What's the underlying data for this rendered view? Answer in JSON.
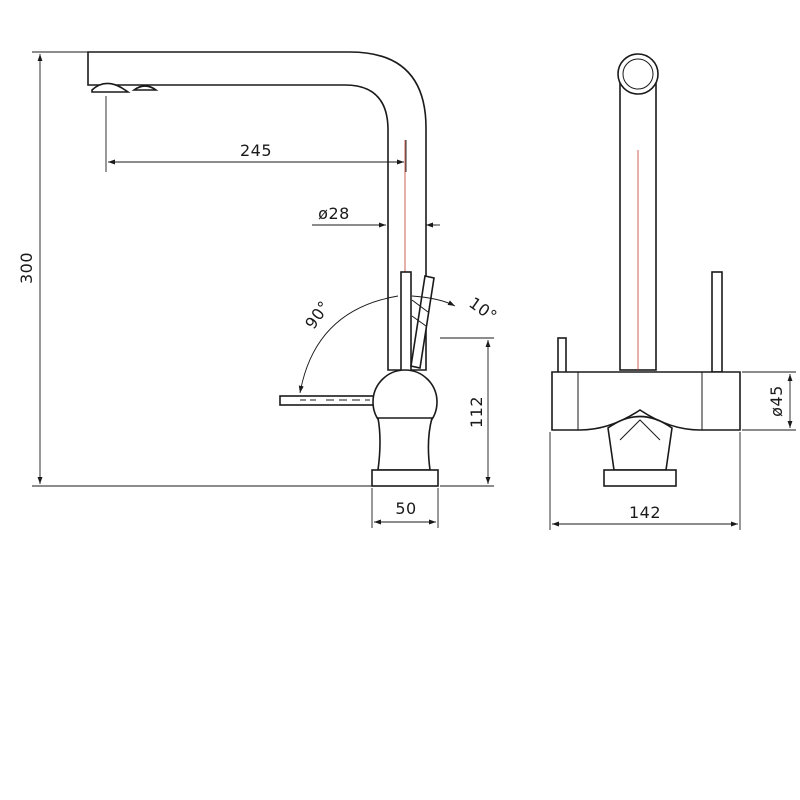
{
  "dimensions": {
    "height_total": "300",
    "spout_reach": "245",
    "spout_diameter": "ø28",
    "lever_angle": "90°",
    "lever_tilt": "10°",
    "body_height": "112",
    "base_width": "50",
    "total_width": "142",
    "body_diameter": "ø45"
  }
}
